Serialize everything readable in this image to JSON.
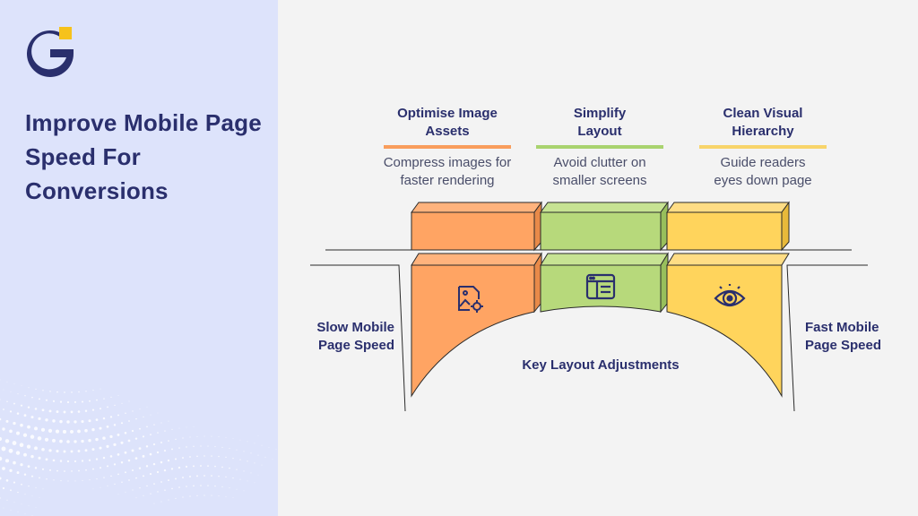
{
  "title": "Improve Mobile Page Speed For Conversions",
  "logo": {
    "icon": "g-logo-icon",
    "color": "#2a2f6d",
    "accent": "#f6c21b"
  },
  "steps": [
    {
      "heading_line1": "Optimise Image",
      "heading_line2": "Assets",
      "desc_line1": "Compress images for",
      "desc_line2": "faster rendering",
      "icon": "image-settings-icon",
      "color": "#ffa463",
      "accent": "#f99d5c"
    },
    {
      "heading_line1": "Simplify",
      "heading_line2": "Layout",
      "desc_line1": "Avoid clutter on",
      "desc_line2": "smaller screens",
      "icon": "layout-icon",
      "color": "#b7d97b",
      "accent": "#a9d36f"
    },
    {
      "heading_line1": "Clean Visual",
      "heading_line2": "Hierarchy",
      "desc_line1": "Guide readers",
      "desc_line2": "eyes down page",
      "icon": "eye-icon",
      "color": "#ffd45c",
      "accent": "#f8d46a"
    }
  ],
  "left_label": {
    "line1": "Slow Mobile",
    "line2": "Page Speed"
  },
  "right_label": {
    "line1": "Fast Mobile",
    "line2": "Page Speed"
  },
  "center_label": "Key Layout Adjustments"
}
